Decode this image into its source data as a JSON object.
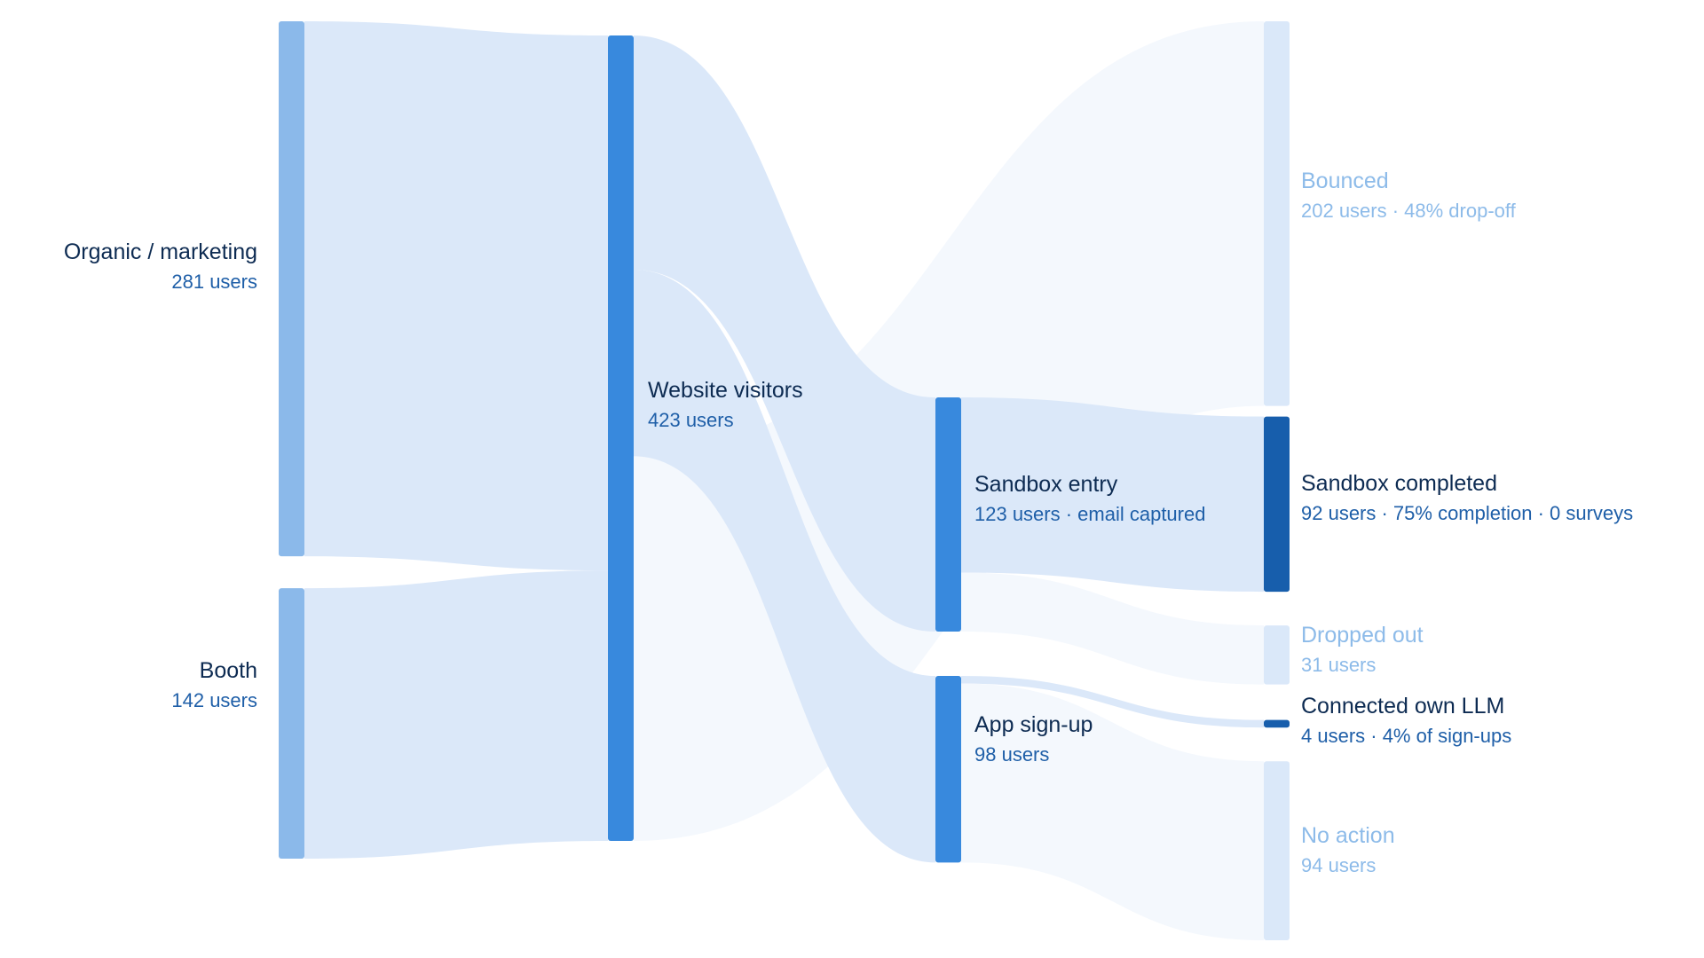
{
  "chart_data": {
    "type": "sankey",
    "unit": "users",
    "nodes": [
      {
        "id": "organic",
        "column": 0,
        "value": 281,
        "title": "Organic / marketing",
        "subtitle": "281 users",
        "color": "#8bb9ea",
        "title_color": "#0d2b52",
        "sub_color": "#1f5fa8",
        "label_side": "left"
      },
      {
        "id": "booth",
        "column": 0,
        "value": 142,
        "title": "Booth",
        "subtitle": "142 users",
        "color": "#8bb9ea",
        "title_color": "#0d2b52",
        "sub_color": "#1f5fa8",
        "label_side": "left"
      },
      {
        "id": "website",
        "column": 1,
        "value": 423,
        "title": "Website visitors",
        "subtitle": "423 users",
        "color": "#3889dd",
        "title_color": "#0d2b52",
        "sub_color": "#1f5fa8",
        "label_side": "right"
      },
      {
        "id": "sandbox",
        "column": 2,
        "value": 123,
        "title": "Sandbox entry",
        "subtitle": "123 users · email captured",
        "color": "#3889dd",
        "title_color": "#0d2b52",
        "sub_color": "#1f5fa8",
        "label_side": "right"
      },
      {
        "id": "app",
        "column": 2,
        "value": 98,
        "title": "App sign-up",
        "subtitle": "98 users",
        "color": "#3889dd",
        "title_color": "#0d2b52",
        "sub_color": "#1f5fa8",
        "label_side": "right"
      },
      {
        "id": "bounced",
        "column": 3,
        "value": 202,
        "title": "Bounced",
        "subtitle": "202 users · 48% drop-off",
        "color": "#dae8f9",
        "title_color": "#8dbbe9",
        "sub_color": "#8dbbe9",
        "label_side": "right"
      },
      {
        "id": "sbcomplete",
        "column": 3,
        "value": 92,
        "title": "Sandbox completed",
        "subtitle": "92 users · 75% completion · 0 surveys",
        "color": "#175eac",
        "title_color": "#0d2b52",
        "sub_color": "#1f5fa8",
        "label_side": "right"
      },
      {
        "id": "dropped",
        "column": 3,
        "value": 31,
        "title": "Dropped out",
        "subtitle": "31 users",
        "color": "#dae8f9",
        "title_color": "#8dbbe9",
        "sub_color": "#8dbbe9",
        "label_side": "right"
      },
      {
        "id": "llm",
        "column": 3,
        "value": 4,
        "title": "Connected own LLM",
        "subtitle": "4 users · 4% of sign-ups",
        "color": "#175eac",
        "title_color": "#0d2b52",
        "sub_color": "#1f5fa8",
        "label_side": "right"
      },
      {
        "id": "noaction",
        "column": 3,
        "value": 94,
        "title": "No action",
        "subtitle": "94 users",
        "color": "#dae8f9",
        "title_color": "#8dbbe9",
        "sub_color": "#8dbbe9",
        "label_side": "right"
      }
    ],
    "links": [
      {
        "source": "organic",
        "target": "website",
        "value": 281,
        "color": "#dbe8f9"
      },
      {
        "source": "booth",
        "target": "website",
        "value": 142,
        "color": "#dbe8f9"
      },
      {
        "source": "website",
        "target": "bounced",
        "value": 202,
        "color": "#f4f8fd"
      },
      {
        "source": "website",
        "target": "sandbox",
        "value": 123,
        "color": "#dbe8f9"
      },
      {
        "source": "website",
        "target": "app",
        "value": 98,
        "color": "#dbe8f9"
      },
      {
        "source": "sandbox",
        "target": "sbcomplete",
        "value": 92,
        "color": "#dbe8f9"
      },
      {
        "source": "sandbox",
        "target": "dropped",
        "value": 31,
        "color": "#f4f8fd"
      },
      {
        "source": "app",
        "target": "llm",
        "value": 4,
        "color": "#dbe8f9"
      },
      {
        "source": "app",
        "target": "noaction",
        "value": 94,
        "color": "#f4f8fd"
      }
    ]
  }
}
